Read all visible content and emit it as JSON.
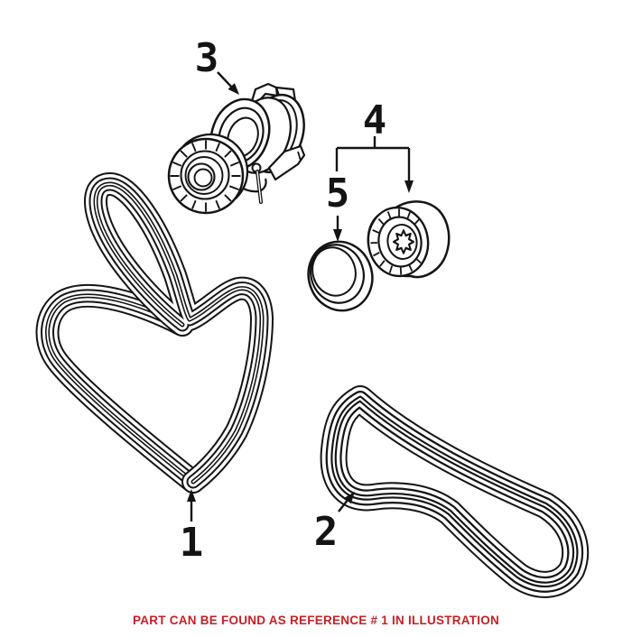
{
  "diagram": {
    "type": "exploded-parts-illustration",
    "line_color": "#141414",
    "background_color": "#ffffff",
    "callouts": [
      {
        "number": "1"
      },
      {
        "number": "2"
      },
      {
        "number": "3"
      },
      {
        "number": "4"
      },
      {
        "number": "5"
      }
    ]
  },
  "footer": {
    "text": "PART CAN BE FOUND AS REFERENCE # 1 IN ILLUSTRATION",
    "color": "#c22127"
  }
}
